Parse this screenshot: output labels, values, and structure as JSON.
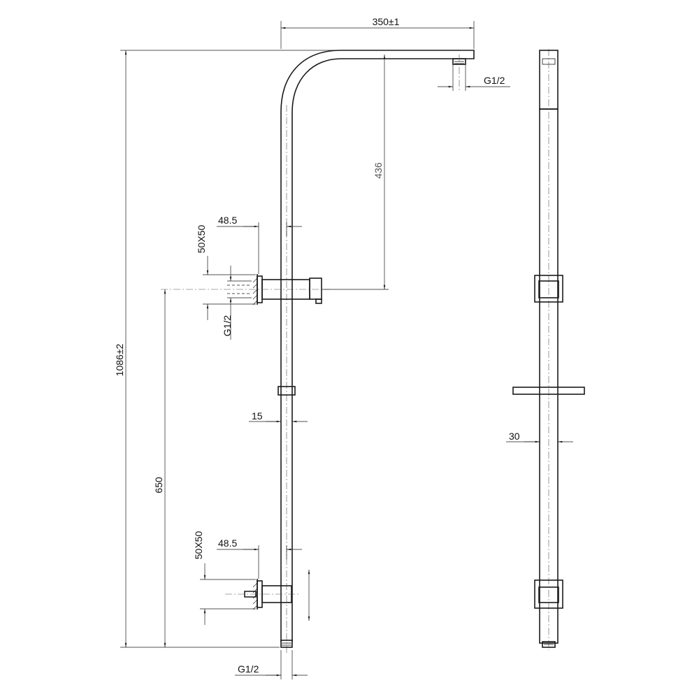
{
  "labels": {
    "width_overall": "350±1",
    "height_overall": "1086±2",
    "drop_to_diverter": "436",
    "outlet_thread_top": "G1/2",
    "inlet_thread_upper": "G1/2",
    "inlet_thread_bottom": "G1/2",
    "bracket_size_upper": "50X50",
    "bracket_size_lower": "50X50",
    "bracket_offset_upper": "48.5",
    "bracket_offset_lower": "48.5",
    "tube_diameter_front": "15",
    "tube_width_side": "30",
    "inlet_height": "650"
  }
}
